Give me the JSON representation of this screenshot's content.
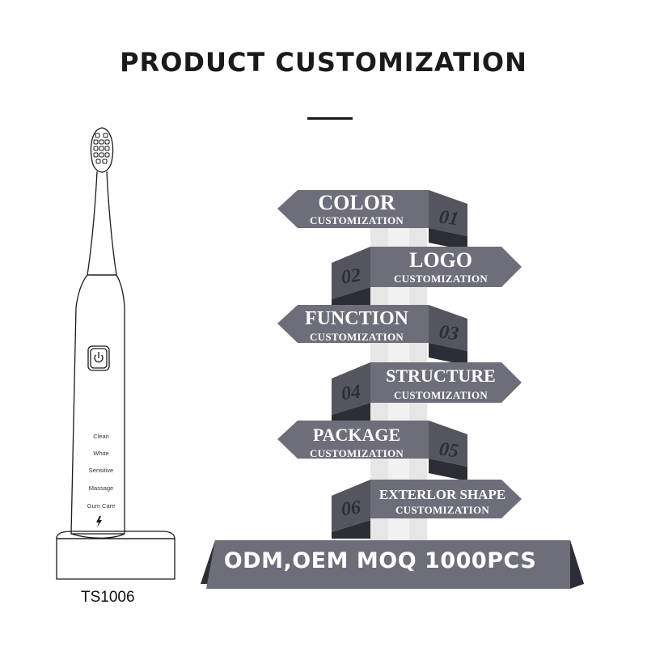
{
  "header": {
    "title": "PRODUCT CUSTOMIZATION"
  },
  "product": {
    "model": "TS1006",
    "modes": [
      "Clean",
      "White",
      "Sensitive",
      "Massage",
      "Gum Care"
    ],
    "power_icon": "power-icon",
    "charge_icon": "lightning-icon"
  },
  "steps": [
    {
      "number": "01",
      "title": "COLOR",
      "subtitle": "CUSTOMIZATION"
    },
    {
      "number": "02",
      "title": "LOGO",
      "subtitle": "CUSTOMIZATION"
    },
    {
      "number": "03",
      "title": "FUNCTION",
      "subtitle": "CUSTOMIZATION"
    },
    {
      "number": "04",
      "title": "STRUCTURE",
      "subtitle": "CUSTOMIZATION"
    },
    {
      "number": "05",
      "title": "PACKAGE",
      "subtitle": "CUSTOMIZATION"
    },
    {
      "number": "06",
      "title": "EXTERLOR SHAPE",
      "subtitle": "CUSTOMIZATION"
    }
  ],
  "banner": {
    "text": "ODM,OEM MOQ 1000PCS"
  },
  "colors": {
    "plate": "#6e6e7a",
    "dark": "#2d2d35",
    "side": "#55555f",
    "column": "#e6e6e6"
  }
}
